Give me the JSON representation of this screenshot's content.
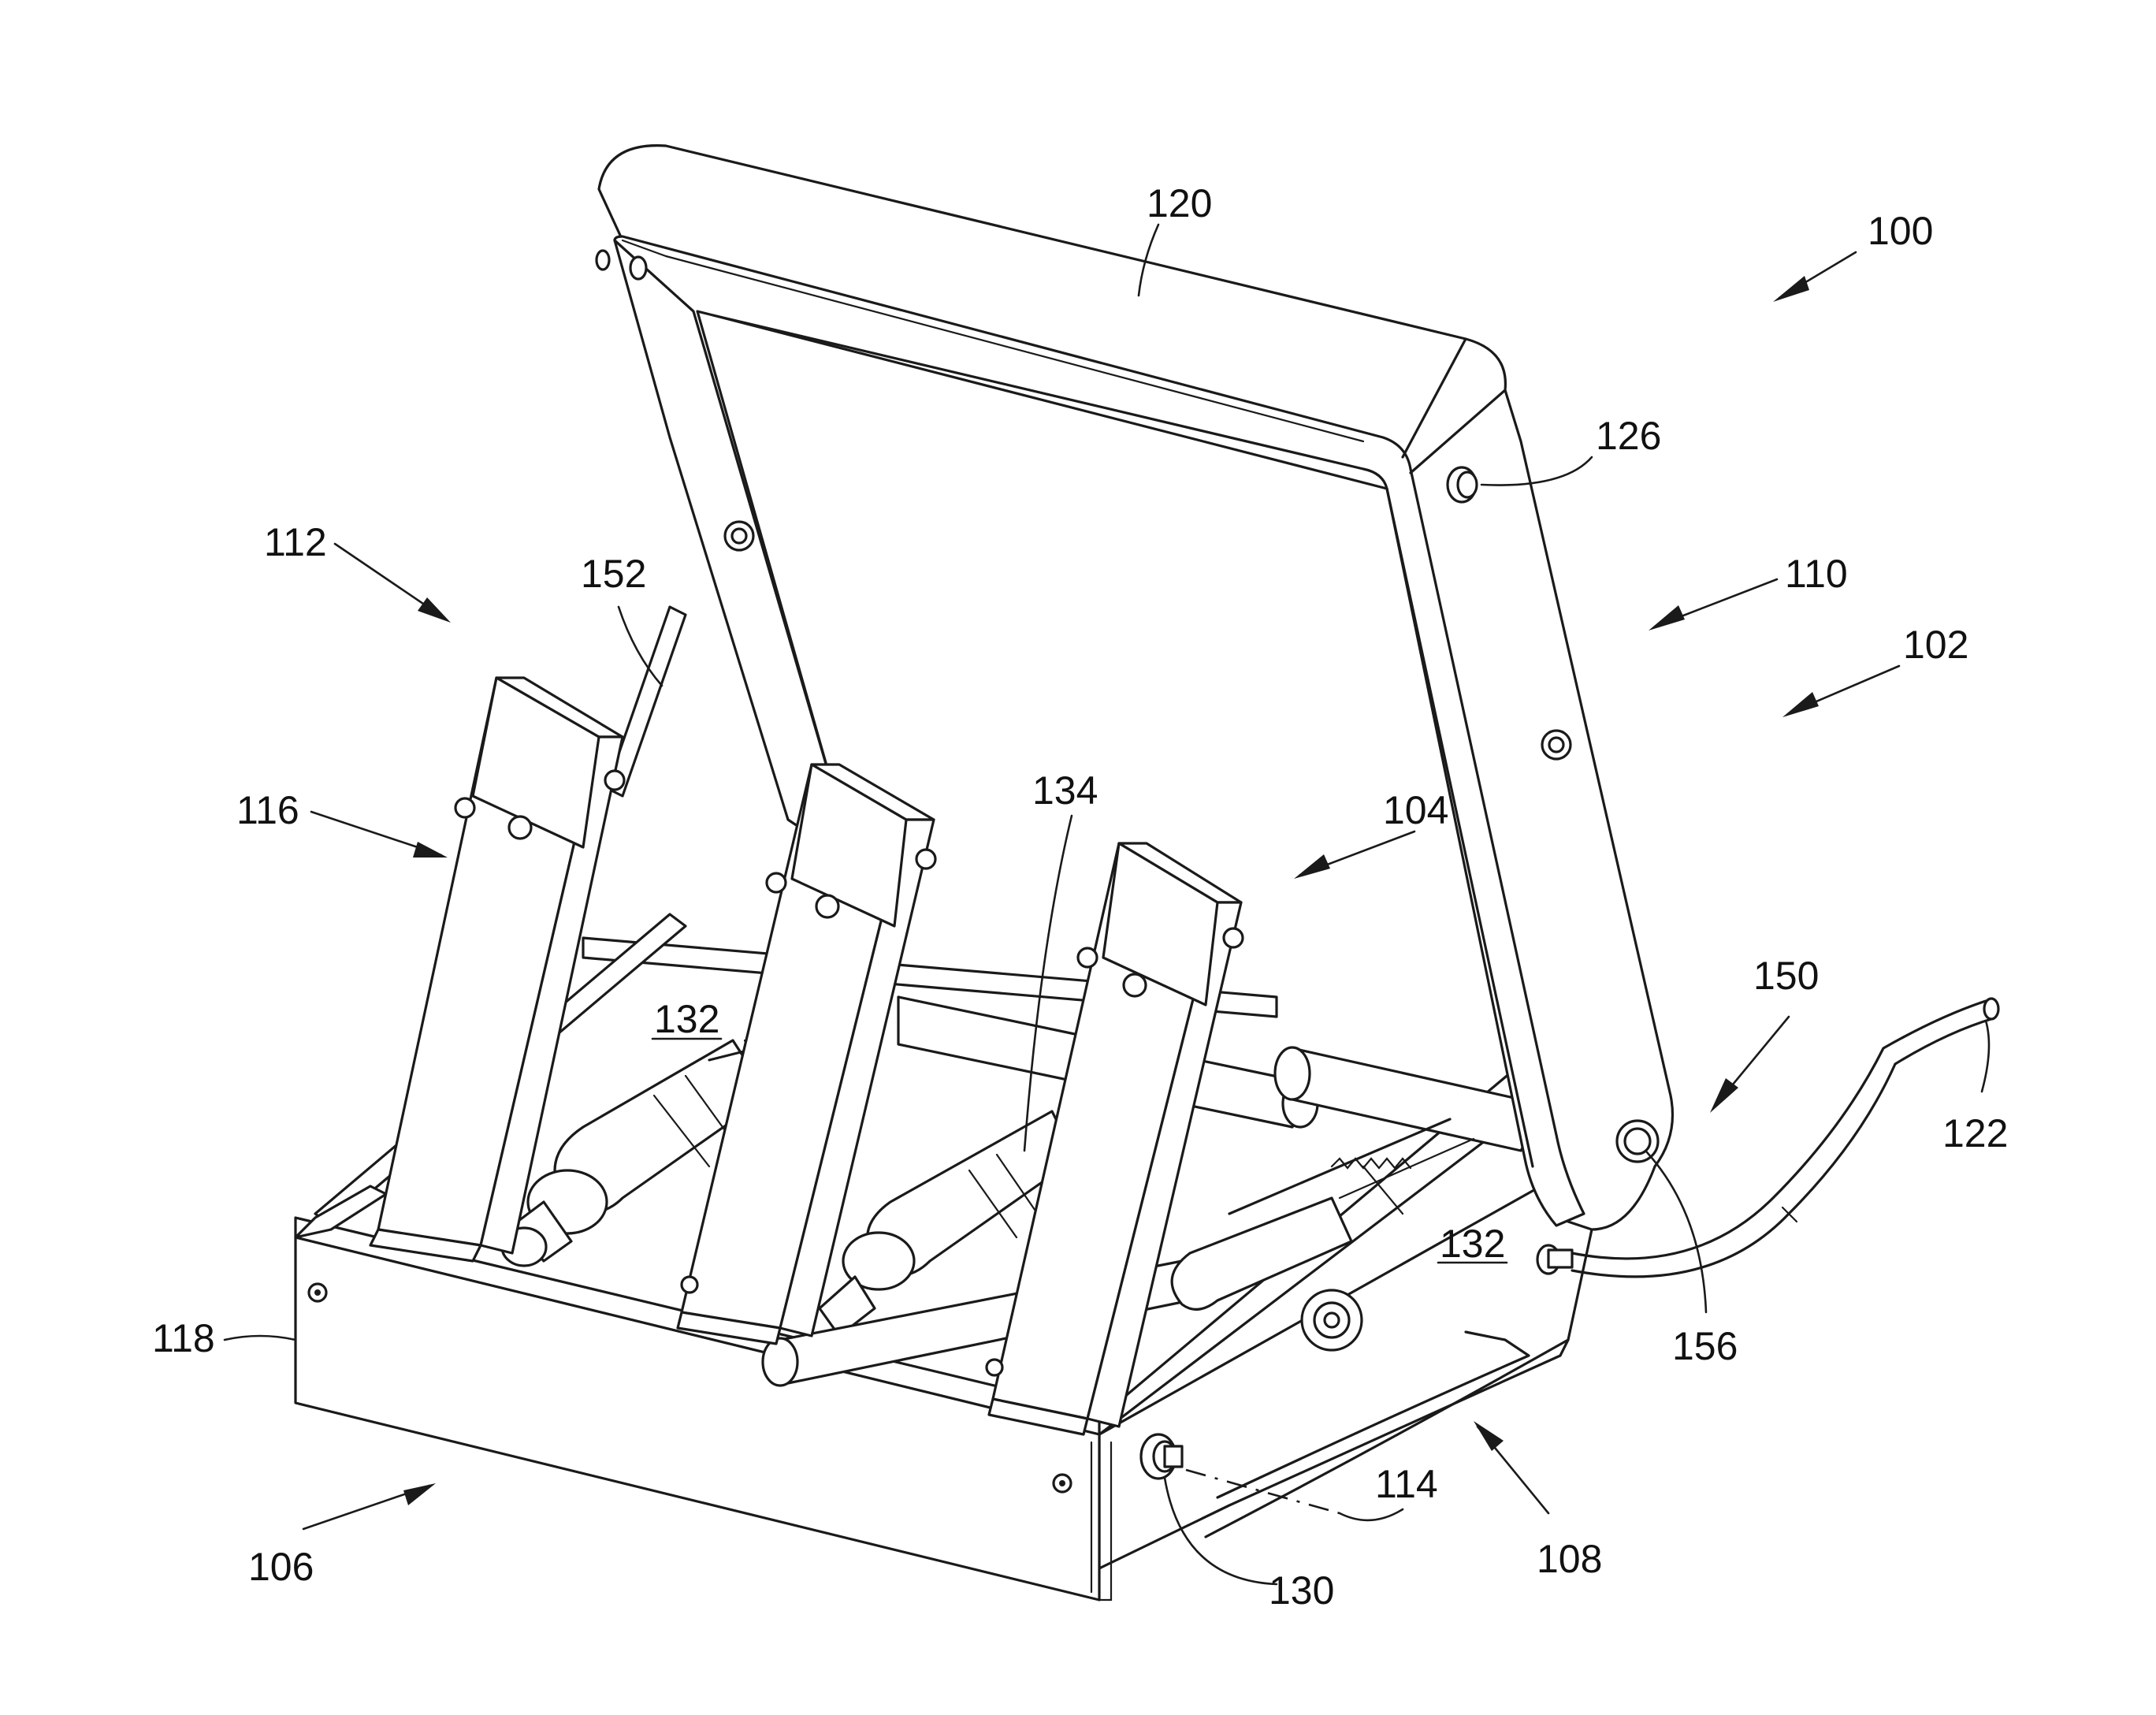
{
  "figure": {
    "callouts": [
      {
        "id": "100",
        "text": "100"
      },
      {
        "id": "102",
        "text": "102"
      },
      {
        "id": "104",
        "text": "104"
      },
      {
        "id": "106",
        "text": "106"
      },
      {
        "id": "108",
        "text": "108"
      },
      {
        "id": "110",
        "text": "110"
      },
      {
        "id": "112",
        "text": "112"
      },
      {
        "id": "114",
        "text": "114"
      },
      {
        "id": "116",
        "text": "116"
      },
      {
        "id": "118",
        "text": "118"
      },
      {
        "id": "120",
        "text": "120"
      },
      {
        "id": "122",
        "text": "122"
      },
      {
        "id": "126",
        "text": "126"
      },
      {
        "id": "130",
        "text": "130"
      },
      {
        "id": "132a",
        "text": "132"
      },
      {
        "id": "132b",
        "text": "132"
      },
      {
        "id": "134",
        "text": "134"
      },
      {
        "id": "150",
        "text": "150"
      },
      {
        "id": "152",
        "text": "152"
      },
      {
        "id": "156",
        "text": "156"
      }
    ]
  }
}
